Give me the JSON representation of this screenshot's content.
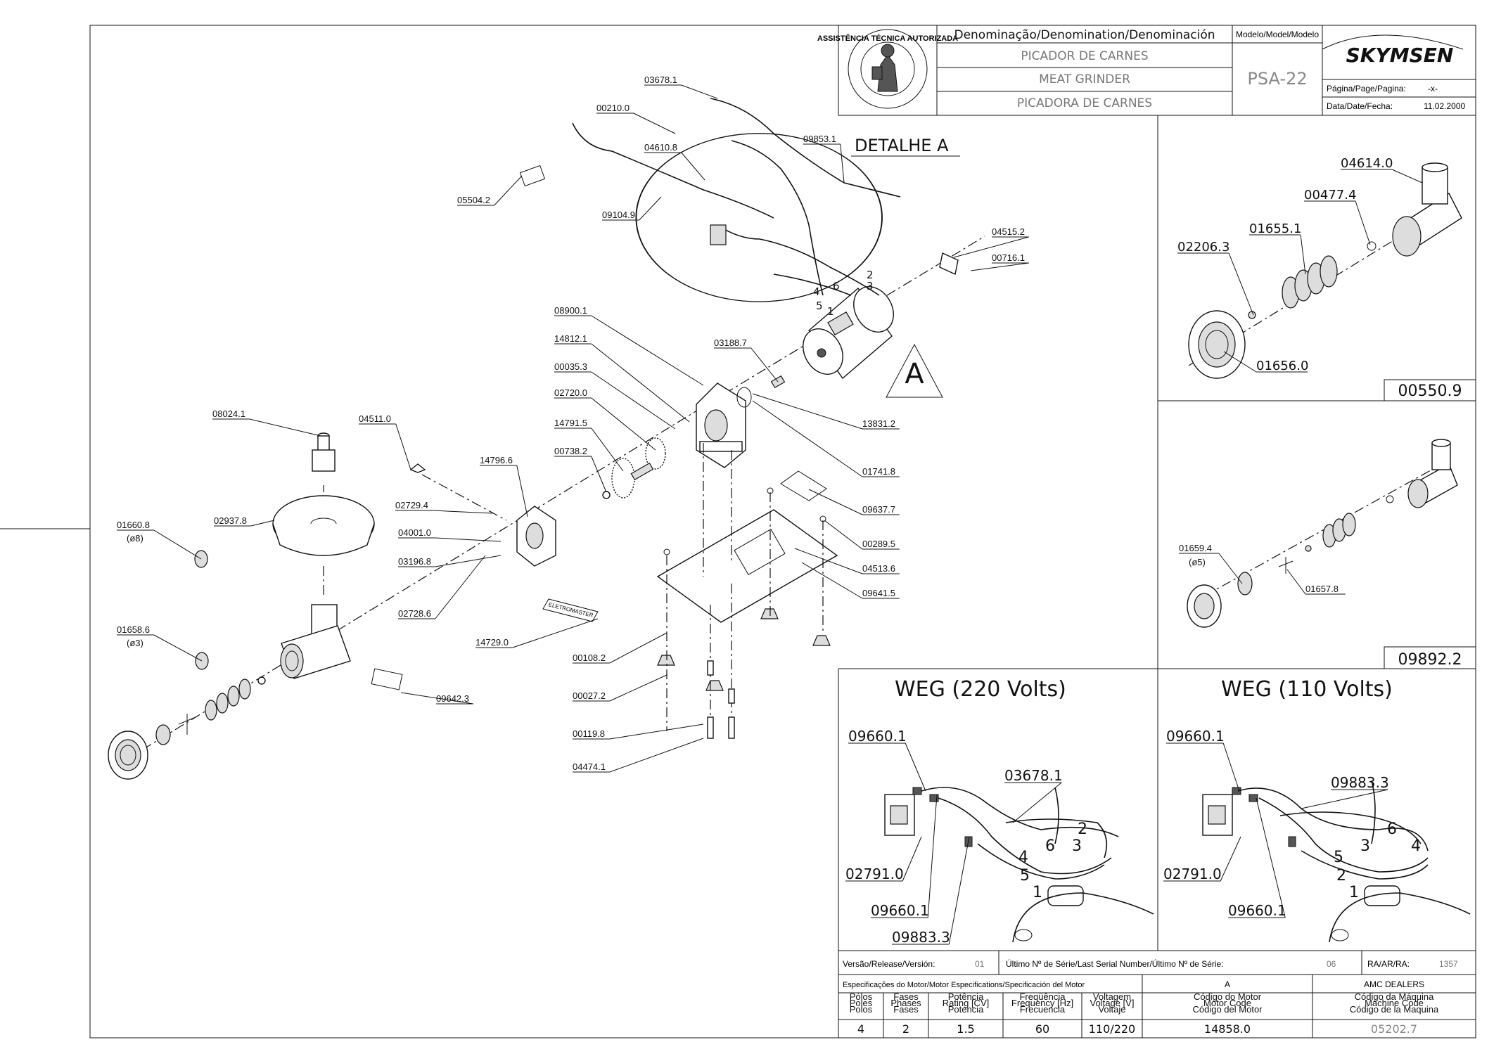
{
  "title_block": {
    "denomination_header": "Denominação/Denomination/Denominación",
    "name_pt": "PICADOR DE CARNES",
    "name_en": "MEAT GRINDER",
    "name_es": "PICADORA DE CARNES",
    "model_header": "Modelo/Model/Modelo",
    "model": "PSA-22",
    "brand": "SKYMSEN",
    "page_label": "Página/Page/Pagina:",
    "page_value": "-x-",
    "date_label": "Data/Date/Fecha:",
    "date_value": "11.02.2000",
    "seal_text": "ASSISTÊNCIA TÉCNICA AUTORIZADA"
  },
  "detail_label": "DETALHE A",
  "detail_marker": "A",
  "main_parts": [
    "03678.1",
    "00210.0",
    "04610.8",
    "09853.1",
    "05504.2",
    "09104.9",
    "04515.2",
    "00716.1",
    "08900.1",
    "14812.1",
    "00035.3",
    "02720.0",
    "14791.5",
    "00738.2",
    "03188.7",
    "13831.2",
    "01741.8",
    "08024.1",
    "04511.0",
    "14796.6",
    "02729.4",
    "04001.0",
    "03196.8",
    "02728.6",
    "02937.8",
    "01660.8",
    "(ø8)",
    "01658.6",
    "(ø3)",
    "09637.7",
    "00289.5",
    "04513.6",
    "09641.5",
    "14729.0",
    "09642.3",
    "00108.2",
    "00027.2",
    "00119.8",
    "04474.1"
  ],
  "wire_numbers": [
    "2",
    "6",
    "3",
    "4",
    "5",
    "1"
  ],
  "plate_text": "ELETROMASTER",
  "kit1": {
    "parts": [
      "04614.0",
      "00477.4",
      "01655.1",
      "02206.3",
      "01656.0"
    ],
    "code": "00550.9"
  },
  "kit2": {
    "parts": [
      "01659.4",
      "(ø5)",
      "01657.8"
    ],
    "code": "09892.2"
  },
  "weg220": {
    "title": "WEG (220 Volts)",
    "parts": [
      "09660.1",
      "03678.1",
      "02791.0",
      "09660.1",
      "09883.3"
    ],
    "wires": [
      "2",
      "6",
      "3",
      "4",
      "5",
      "1"
    ]
  },
  "weg110": {
    "title": "WEG (110 Volts)",
    "parts": [
      "09660.1",
      "09883.3",
      "02791.0",
      "09660.1"
    ],
    "wires": [
      "6",
      "3",
      "4",
      "5",
      "2",
      "1"
    ]
  },
  "footer": {
    "release_label": "Versão/Release/Versión:",
    "release_value": "01",
    "serial_label": "Último Nº de Série/Last Serial Number/Último Nº de Série:",
    "serial_value": "06",
    "ra_label": "RA/AR/RA:",
    "ra_value": "1357",
    "motor_spec_label": "Especificações do Motor/Motor Especifications/Specificación del Motor",
    "motor_code_header": "A",
    "dealer": "AMC DEALERS",
    "col_headers": [
      [
        "Pólos",
        "Poles",
        "Polos"
      ],
      [
        "Fases",
        "Phases",
        "Fases"
      ],
      [
        "Potência",
        "Rating [CV]",
        "Potencia"
      ],
      [
        "Freqüência",
        "Frequency [Hz]",
        "Frecuencia"
      ],
      [
        "Voltagem",
        "Voltage [V]",
        "Voltaje"
      ],
      [
        "Código do Motor",
        "Motor Code",
        "Código del Motor"
      ],
      [
        "Código da Máquina",
        "Machine Code",
        "Código de la Maquina"
      ]
    ],
    "values": [
      "4",
      "2",
      "1.5",
      "60",
      "110/220",
      "14858.0",
      "05202.7"
    ]
  }
}
